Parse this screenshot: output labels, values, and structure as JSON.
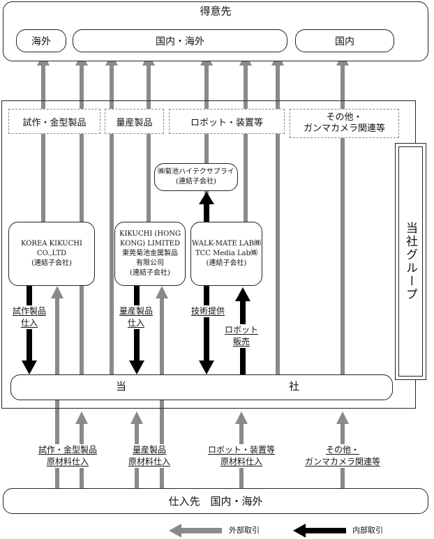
{
  "customers": {
    "title": "得意先",
    "overseas": "海外",
    "domestic_overseas": "国内・海外",
    "domestic": "国内"
  },
  "categories": {
    "prototype": "試作・金型製品",
    "mass": "量産製品",
    "robot": "ロボット・装置等",
    "other": "その他・\nガンマカメラ関連等"
  },
  "subsidiaries": {
    "hitech": "㈱菊池ハイテクサプライ\n(連結子会社)",
    "korea": "KOREA KIKUCHI\nCO.,LTD\n(連結子会社)",
    "hk": "KIKUCHI (HONG\nKONG) LIMITED\n東莞菊池金属製品\n有限公司\n(連結子会社)",
    "walkmate": "WALK-MATE LAB㈱\nTCC Media Lab㈱\n(連結子会社)"
  },
  "group_label": "当社グループ",
  "company": {
    "left": "当",
    "right": "社"
  },
  "flow_labels": {
    "prototype_purchase": [
      "試作製品",
      "仕入"
    ],
    "mass_purchase": [
      "量産製品",
      "仕入"
    ],
    "tech": [
      "技術提供"
    ],
    "robot_sales": [
      "ロボット",
      "販売"
    ]
  },
  "supply_labels": {
    "prototype": [
      "試作・金型製品",
      "原材料仕入"
    ],
    "mass": [
      "量産製品",
      "原材料仕入"
    ],
    "robot": [
      "ロボット・装置等",
      "原材料仕入"
    ],
    "other": [
      "その他・",
      "ガンマカメラ関連等"
    ]
  },
  "suppliers": "仕入先　国内・海外",
  "legend": {
    "external": "外部取引",
    "internal": "内部取引"
  },
  "colors": {
    "external_arrow": "#8a8a8a",
    "internal_arrow": "#000000",
    "border": "#222222"
  }
}
